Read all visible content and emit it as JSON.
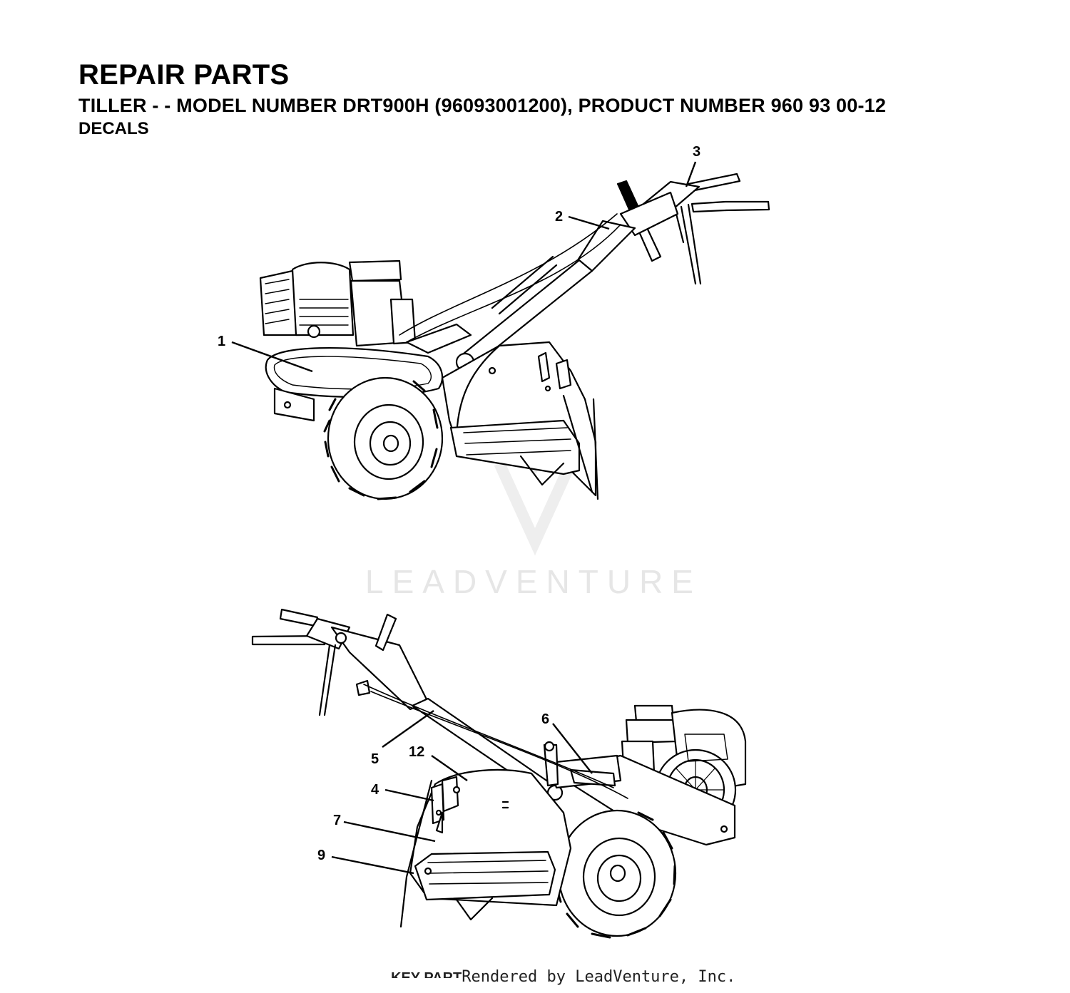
{
  "header": {
    "title": "REPAIR PARTS",
    "subtitle": "TILLER - - MODEL NUMBER DRT900H (96093001200), PRODUCT NUMBER 960 93 00-12",
    "section": "DECALS"
  },
  "callouts": {
    "c1": "1",
    "c2": "2",
    "c3": "3",
    "c4": "4",
    "c5": "5",
    "c6": "6",
    "c7": "7",
    "c9": "9",
    "c12": "12"
  },
  "watermark": {
    "text": "LEADVENTURE"
  },
  "footer": {
    "cut_text": "KEY    PART",
    "rendered_by": "Rendered by LeadVenture, Inc."
  }
}
